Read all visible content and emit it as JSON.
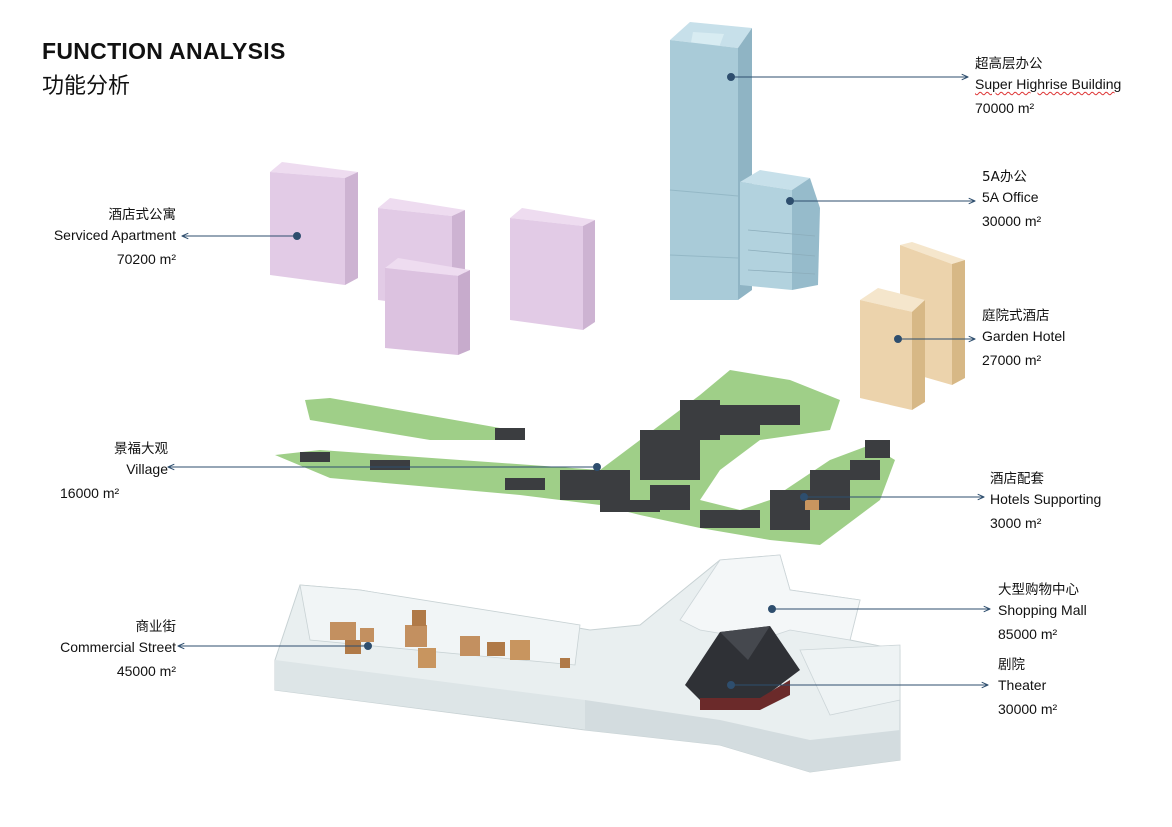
{
  "title": {
    "en": "FUNCTION ANALYSIS",
    "cn": "功能分析"
  },
  "colors": {
    "highrise": "#a9cbd8",
    "apartment": "#e2cbe6",
    "hotel": "#ecd3ac",
    "village_grass": "#93c47d",
    "village_roof": "#3a3c3e",
    "mall": "#e6eeee",
    "theater_roof": "#2f3136",
    "wood": "#c08a55",
    "leader": "#2e4e6e"
  },
  "functions": [
    {
      "id": "super-highrise",
      "cn": "超高层办公",
      "en": "Super Highrise Building",
      "area": "70000 m²"
    },
    {
      "id": "5a-office",
      "cn": "5A办公",
      "en": "5A Office",
      "area": "30000 m²"
    },
    {
      "id": "serviced-apartment",
      "cn": "酒店式公寓",
      "en": "Serviced Apartment",
      "area": "70200 m²"
    },
    {
      "id": "garden-hotel",
      "cn": "庭院式酒店",
      "en": "Garden Hotel",
      "area": "27000 m²"
    },
    {
      "id": "village",
      "cn": "景福大观",
      "en": "Village",
      "area": "16000 m²"
    },
    {
      "id": "hotels-supporting",
      "cn": "酒店配套",
      "en": "Hotels Supporting",
      "area": "3000 m²"
    },
    {
      "id": "shopping-mall",
      "cn": "大型购物中心",
      "en": "Shopping Mall",
      "area": "85000 m²"
    },
    {
      "id": "commercial-street",
      "cn": "商业街",
      "en": "Commercial Street",
      "area": "45000 m²"
    },
    {
      "id": "theater",
      "cn": "剧院",
      "en": "Theater",
      "area": "30000 m²"
    }
  ]
}
